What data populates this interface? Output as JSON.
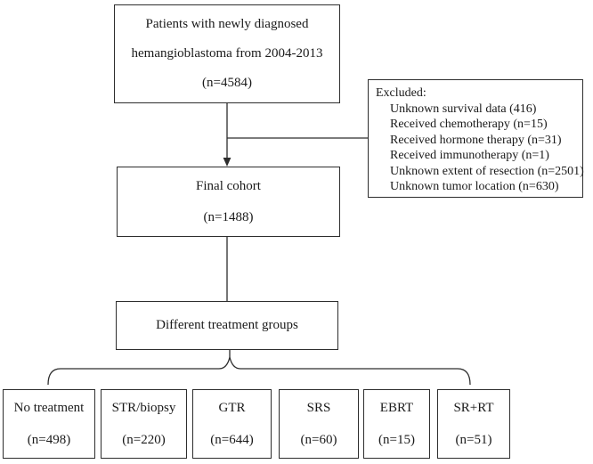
{
  "flowchart": {
    "top_box": {
      "line1": "Patients with newly diagnosed",
      "line2": "hemangioblastoma from 2004-2013",
      "line3": "(n=4584)"
    },
    "excluded_box": {
      "title": "Excluded:",
      "items": [
        "Unknown survival data (416)",
        "Received chemotherapy (n=15)",
        "Received hormone therapy (n=31)",
        "Received immunotherapy (n=1)",
        "Unknown extent of resection (n=2501)",
        "Unknown tumor location (n=630)"
      ]
    },
    "final_box": {
      "line1": "Final cohort",
      "line2": "(n=1488)"
    },
    "treatment_box": {
      "label": "Different treatment groups"
    },
    "groups": [
      {
        "label": "No treatment",
        "count": "(n=498)"
      },
      {
        "label": "STR/biopsy",
        "count": "(n=220)"
      },
      {
        "label": "GTR",
        "count": "(n=644)"
      },
      {
        "label": "SRS",
        "count": "(n=60)"
      },
      {
        "label": "EBRT",
        "count": "(n=15)"
      },
      {
        "label": "SR+RT",
        "count": "(n=51)"
      }
    ],
    "colors": {
      "line": "#2d2d2d",
      "text": "#1a1a1a",
      "background": "#ffffff"
    }
  }
}
